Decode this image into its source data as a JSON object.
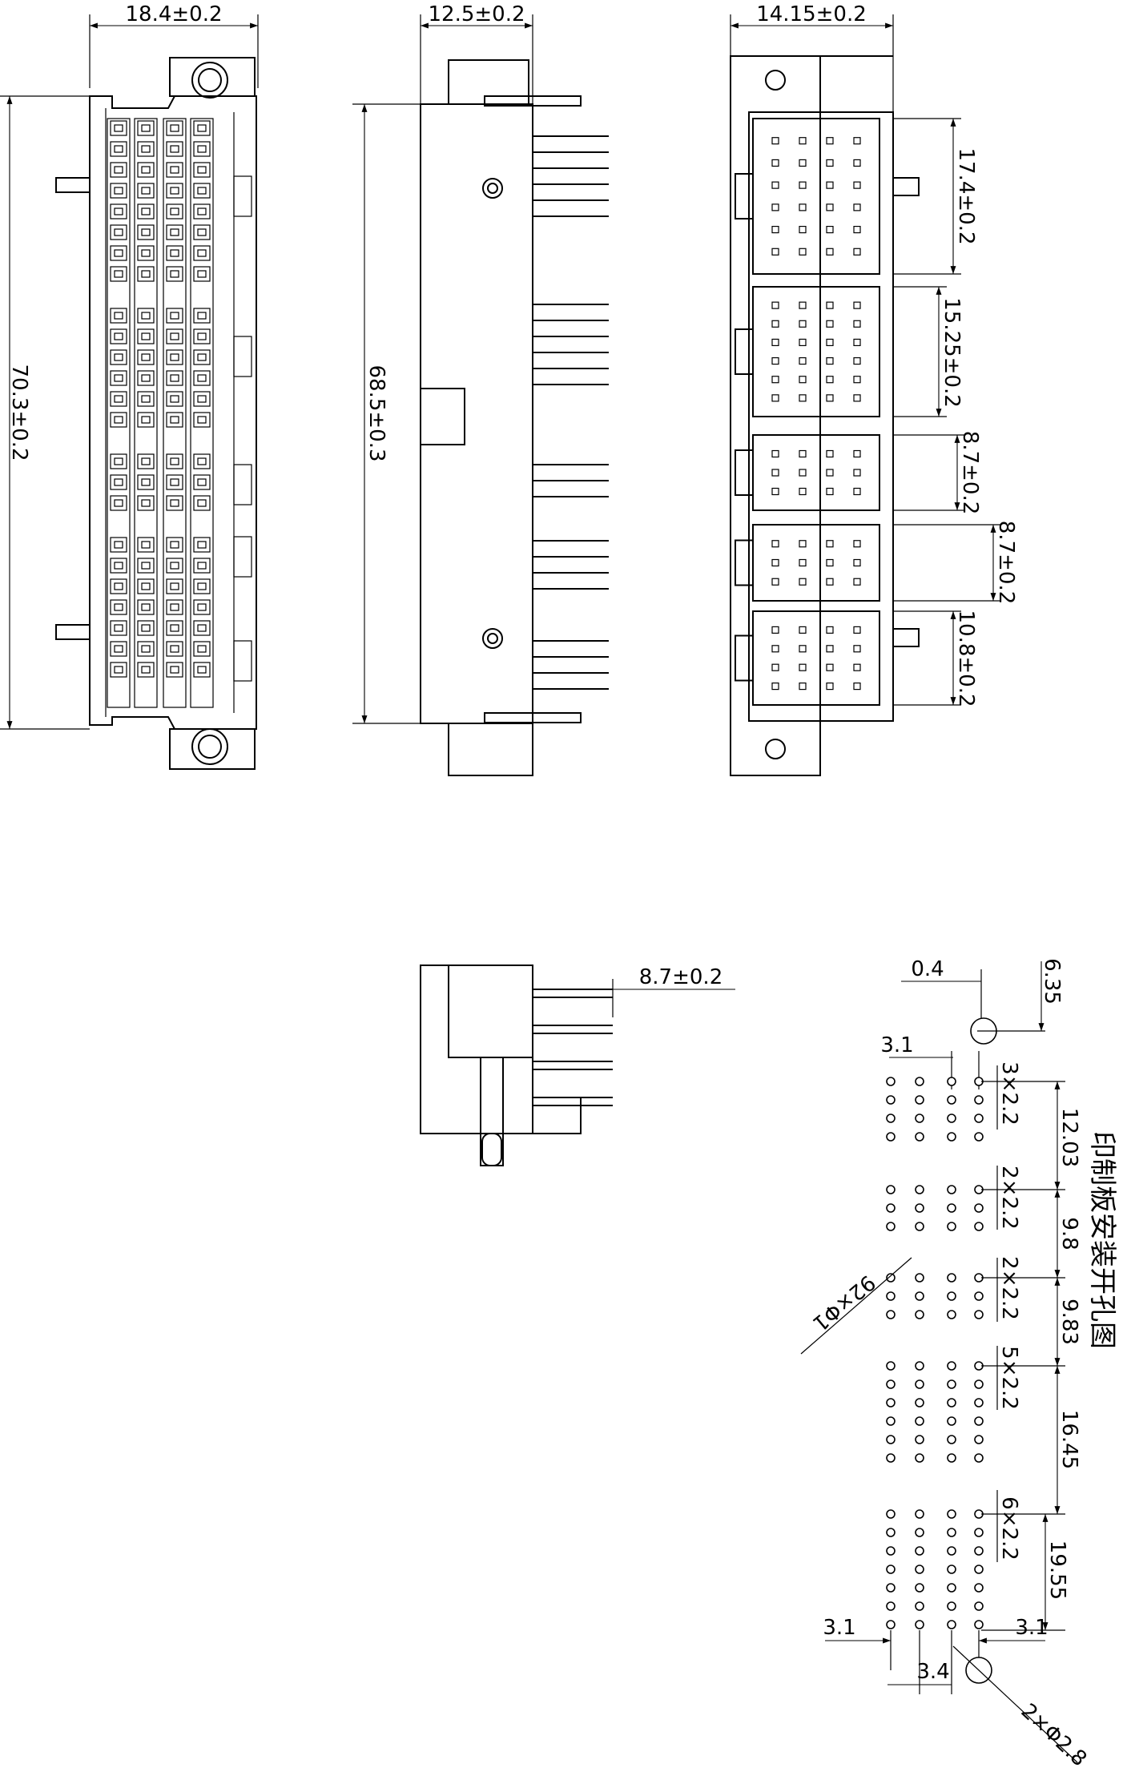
{
  "front_view": {
    "width_dim": "18.4±0.2",
    "height_dim": "70.3±0.2"
  },
  "side_view": {
    "width_dim": "12.5±0.2",
    "height_dim": "68.5±0.3"
  },
  "rear_view": {
    "width_dim": "14.15±0.2",
    "module_dims": [
      "17.4±0.2",
      "15.25±0.2",
      "8.7±0.2",
      "8.7±0.2",
      "10.8±0.2"
    ]
  },
  "detail_view": {
    "pitch_dim": "8.7±0.2"
  },
  "pcb_layout": {
    "title": "印制板安装开孔图",
    "offset_top": "0.4",
    "pin_spacing_top": "6.35",
    "col_pitch_top": "3.1",
    "pitch_groups": [
      "3×2.2",
      "2×2.2",
      "2×2.2",
      "5×2.2",
      "6×2.2"
    ],
    "group_spacings": [
      "12.03",
      "9.8",
      "9.83",
      "16.45",
      "19.55"
    ],
    "hole_dia": "1.0",
    "small_hole_label": "92×Φ1",
    "large_hole_label": "2×Φ2.8",
    "bottom_left": "3.1",
    "bottom_mid": "3.4",
    "bottom_right": "3.1"
  }
}
